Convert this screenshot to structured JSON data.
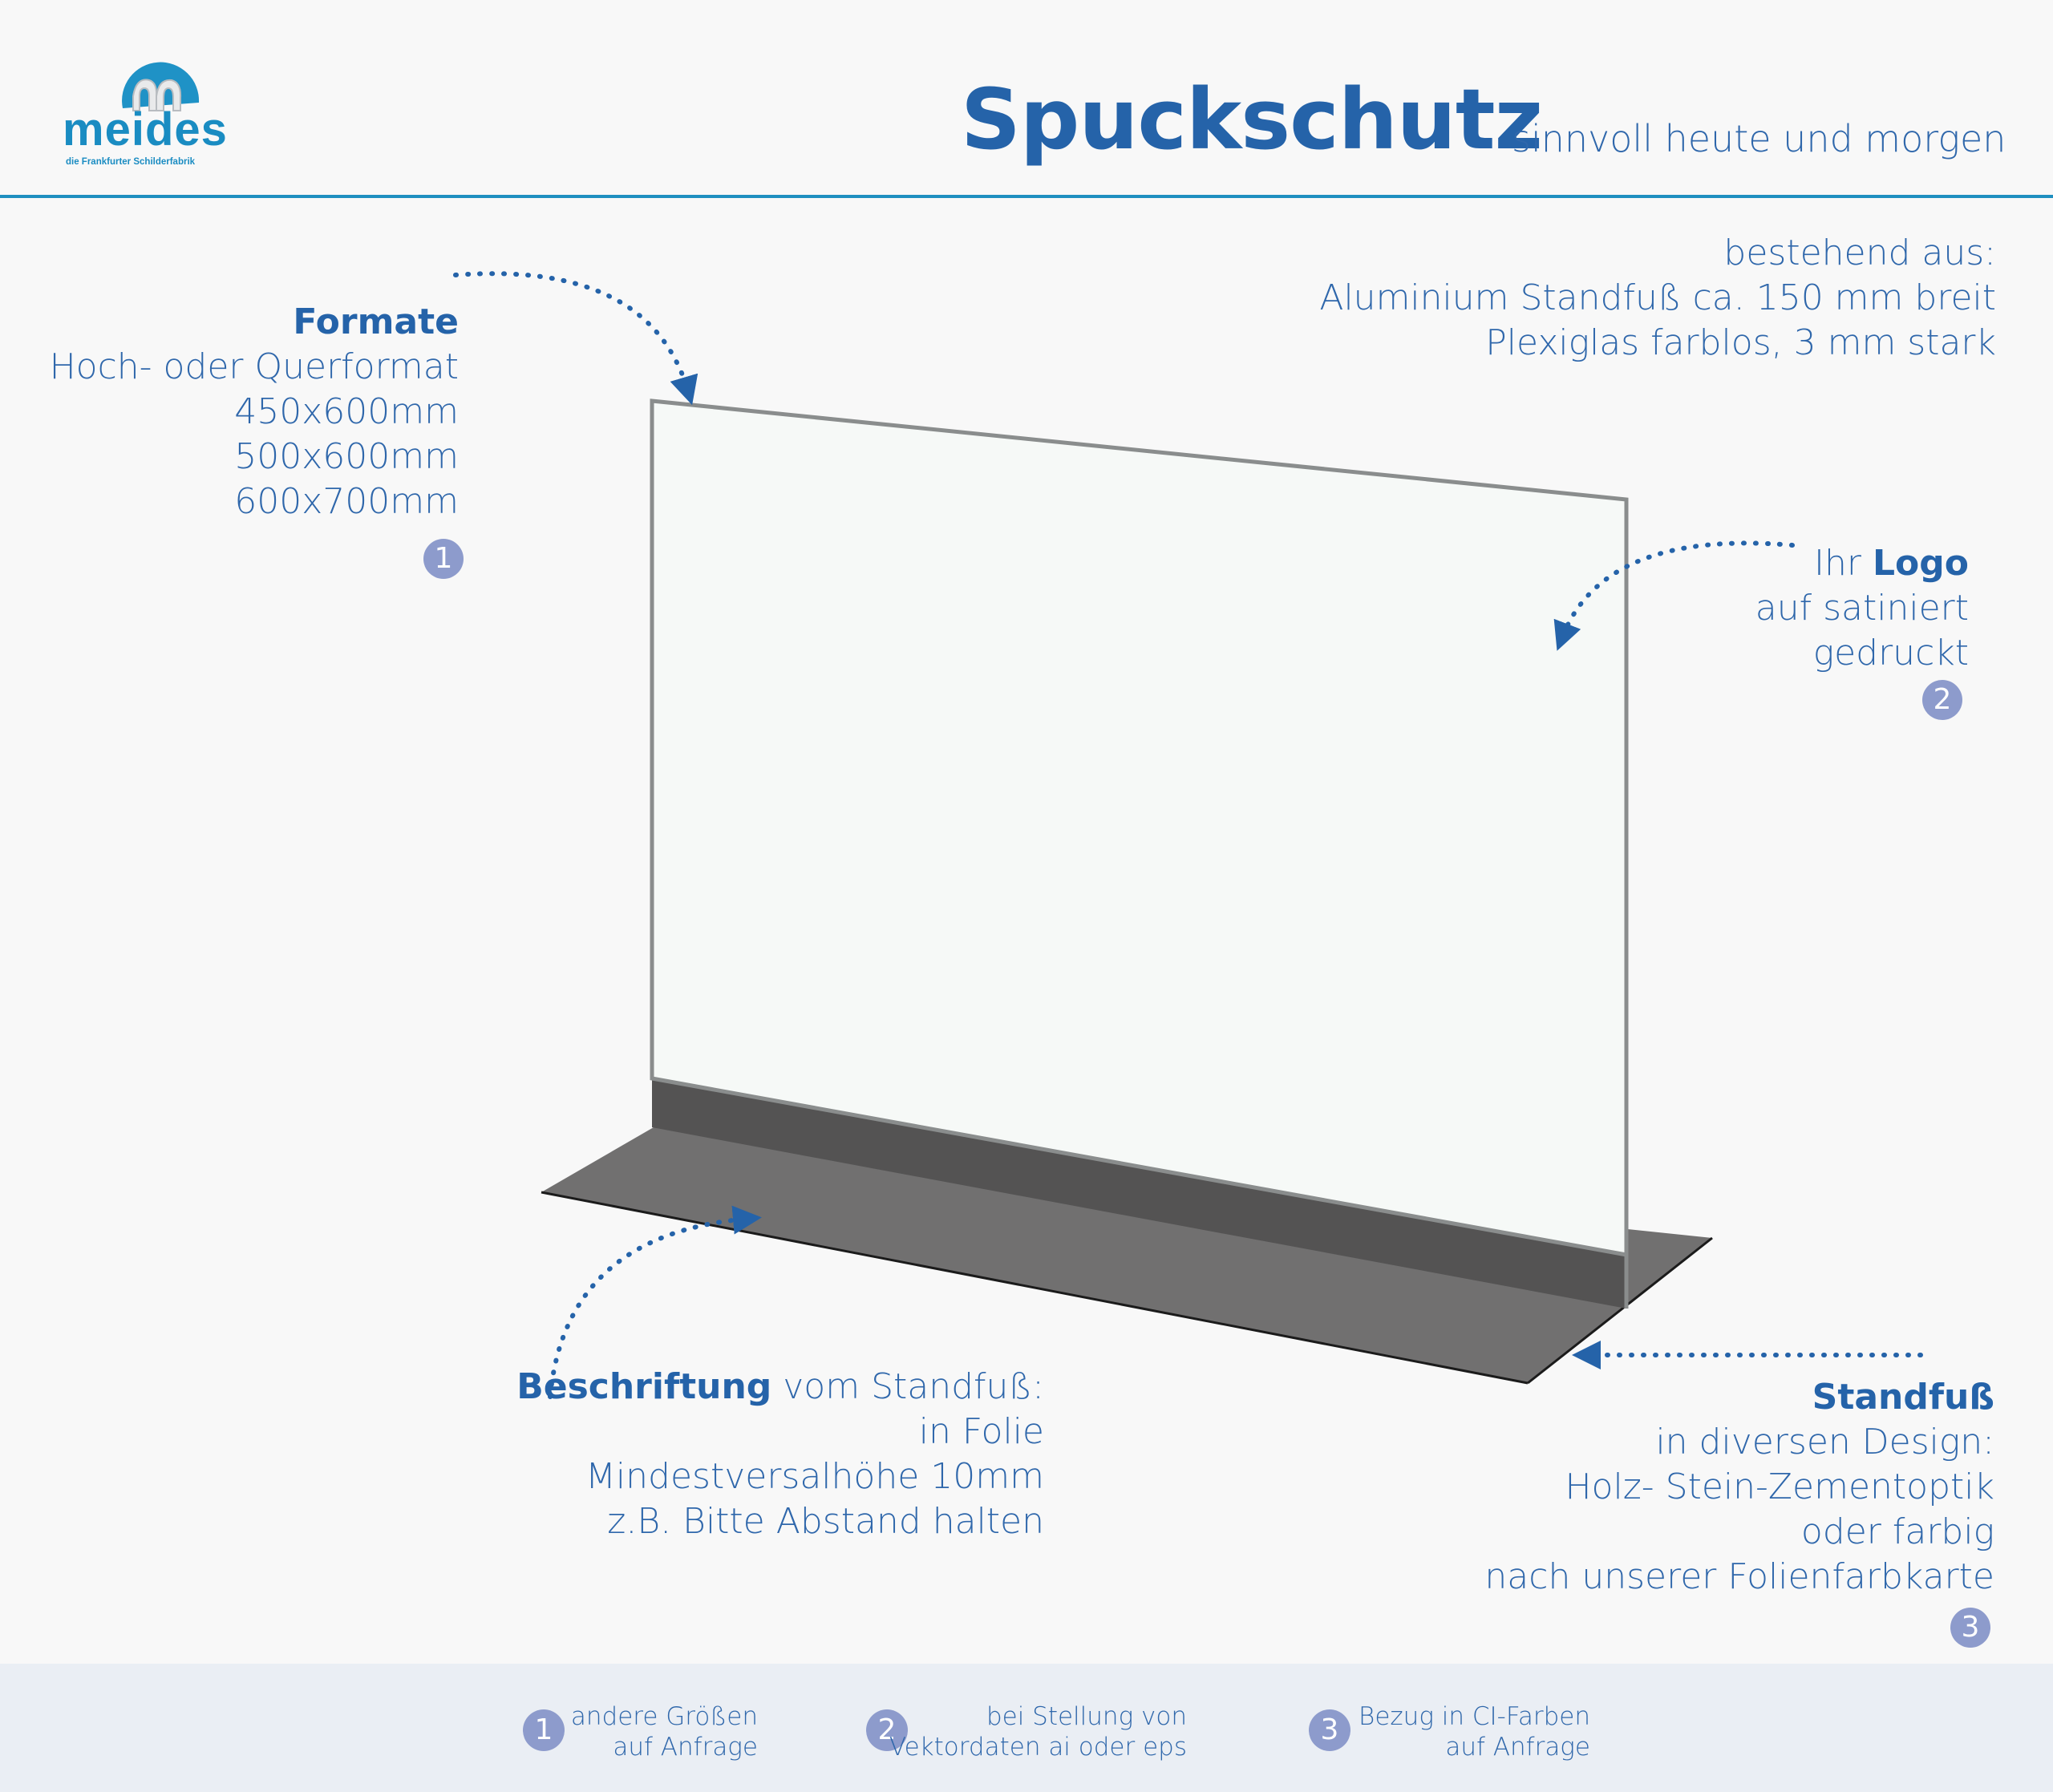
{
  "header": {
    "logo_word": "meides",
    "logo_tagline": "die Frankfurter Schilderfabrik",
    "title": "Spuckschutz",
    "subtitle": "sinnvoll heute und morgen"
  },
  "composition": {
    "heading": "bestehend aus:",
    "lines": [
      "Aluminium Standfuß ca. 150 mm breit",
      "Plexiglas farblos, 3 mm stark"
    ]
  },
  "formate": {
    "heading": "Formate",
    "lines": [
      "Hoch- oder Querformat",
      "450x600mm",
      "500x600mm",
      "600x700mm"
    ],
    "badge": "1"
  },
  "logo_callout": {
    "prefix": "Ihr",
    "heading": "Logo",
    "lines": [
      "auf satiniert",
      "gedruckt"
    ],
    "badge": "2"
  },
  "beschriftung": {
    "heading": "Beschriftung",
    "suffix": "vom Standfuß:",
    "lines": [
      "in Folie",
      "Mindestversalhöhe 10mm",
      "z.B. Bitte Abstand halten"
    ]
  },
  "standfuss": {
    "heading": "Standfuß",
    "lines": [
      "in diversen Design:",
      "Holz- Stein-Zementoptik",
      "oder farbig",
      "nach unserer Folienfarbkarte"
    ],
    "badge": "3"
  },
  "footer": {
    "notes": [
      {
        "badge": "1",
        "lines": [
          "andere Größen",
          "auf Anfrage"
        ]
      },
      {
        "badge": "2",
        "lines": [
          "bei Stellung von",
          "Vektordaten ai oder eps"
        ]
      },
      {
        "badge": "3",
        "lines": [
          "Bezug  in CI-Farben",
          "auf Anfrage"
        ]
      }
    ]
  },
  "colors": {
    "accent": "#2563a9",
    "header_rule": "#1e8fc0",
    "badge": "#8d9bcc",
    "base_plate": "#717070",
    "frame": "#8a8d8d"
  }
}
